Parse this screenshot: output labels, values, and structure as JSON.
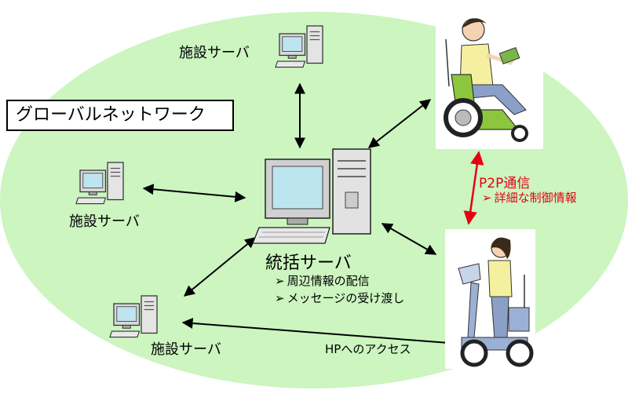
{
  "network_label": "グローバルネットワーク",
  "central_server": {
    "label": "統括サーバ",
    "bullets": [
      "周辺情報の配信",
      "メッセージの受け渡し"
    ]
  },
  "facility_server_label": "施設サーバ",
  "p2p": {
    "title": "P2P通信",
    "bullets": [
      "詳細な制御情報"
    ]
  },
  "hp_access_label": "HPへのアクセス",
  "bullet_mark": "➢",
  "colors": {
    "ellipse": "#ccf5c0",
    "monitor": "#bde5ef",
    "p2p": "#e60012"
  }
}
